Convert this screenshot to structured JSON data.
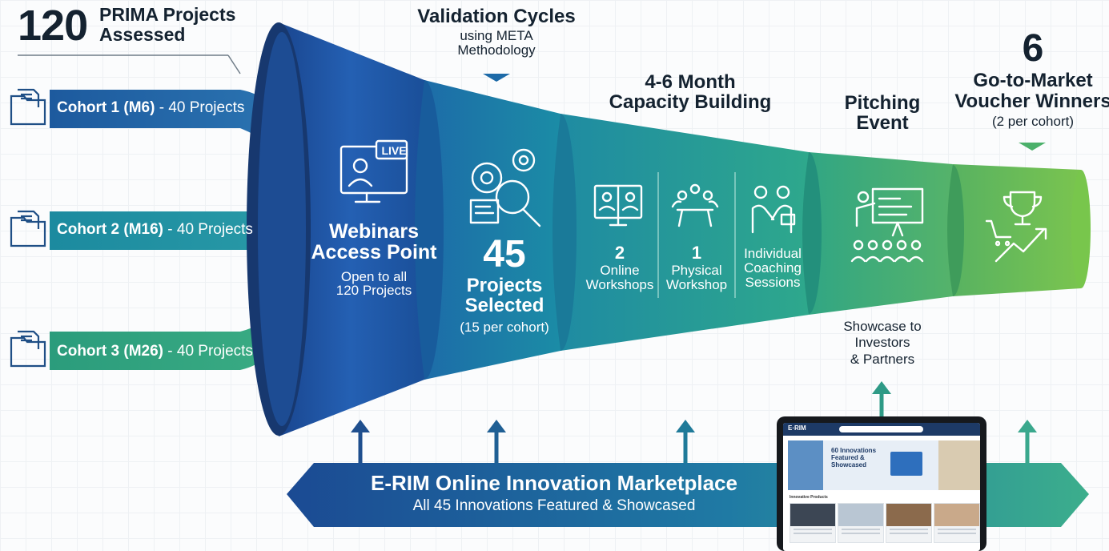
{
  "header": {
    "count": "120",
    "title_line1": "PRIMA Projects",
    "title_line2": "Assessed"
  },
  "cohorts": [
    {
      "name": "Cohort 1 (M6)",
      "projects": "- 40 Projects"
    },
    {
      "name": "Cohort 2 (M16)",
      "projects": "- 40 Projects"
    },
    {
      "name": "Cohort 3 (M26)",
      "projects": "- 40 Projects"
    }
  ],
  "stages": {
    "validation": {
      "title": "Validation Cycles",
      "sub_line1": "using META",
      "sub_line2": "Methodology"
    },
    "capacity": {
      "title_line1": "4-6 Month",
      "title_line2": "Capacity Building"
    },
    "pitching": {
      "title_line1": "Pitching",
      "title_line2": "Event"
    },
    "gtm": {
      "count": "6",
      "title_line1": "Go-to-Market",
      "title_line2": "Voucher Winners",
      "sub": "(2 per cohort)"
    }
  },
  "funnel": {
    "webinars": {
      "live_badge": "LIVE",
      "title_line1": "Webinars",
      "title_line2": "Access Point",
      "sub_line1": "Open to all",
      "sub_line2": "120 Projects"
    },
    "selected": {
      "count": "45",
      "title_line1": "Projects",
      "title_line2": "Selected",
      "sub": "(15 per cohort)"
    },
    "workshops": [
      {
        "count": "2",
        "line1": "Online",
        "line2": "Workshops"
      },
      {
        "count": "1",
        "line1": "Physical",
        "line2": "Workshop"
      },
      {
        "count": "",
        "line1": "Individual",
        "line2": "Coaching",
        "line3": "Sessions"
      }
    ]
  },
  "pitch_note": {
    "line1": "Showcase to",
    "line2": "Investors",
    "line3": "& Partners"
  },
  "marketplace": {
    "title": "E-RIM Online Innovation Marketplace",
    "sub": "All 45 Innovations Featured & Showcased"
  },
  "screen": {
    "brand": "E·RIM",
    "hero_title": "60 Innovations Featured & Showcased",
    "section": "Innovative Products"
  },
  "colors": {
    "funnel_blue": "#1f57a6",
    "funnel_teal": "#1c86a4",
    "funnel_seagreen": "#2a9e8a",
    "funnel_green": "#4bb06a",
    "funnel_lightgreen": "#6fbf4d",
    "banner_blue": "#1d4f9a",
    "banner_teal": "#3aa88d",
    "text_dark": "#142230"
  },
  "icons": [
    "folder-icon",
    "live-webinar-icon",
    "gears-search-icon",
    "video-call-icon",
    "meeting-table-icon",
    "handshake-icon",
    "presenter-icon",
    "trophy-growth-icon"
  ]
}
